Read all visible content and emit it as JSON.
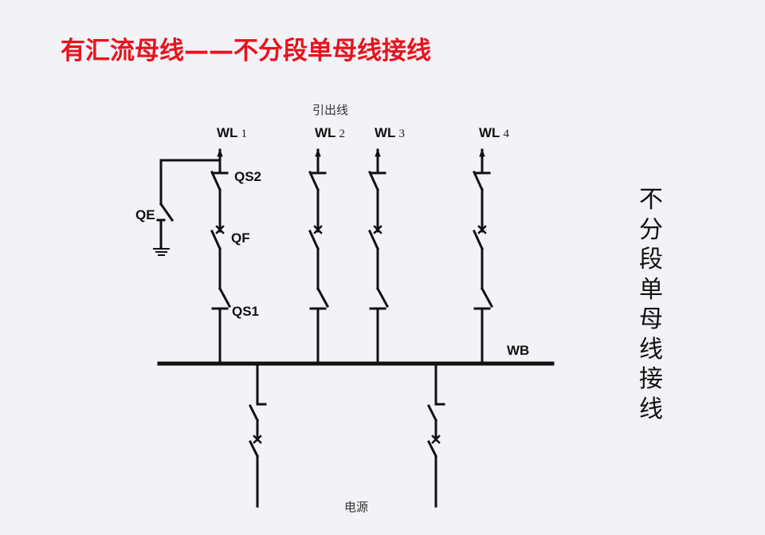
{
  "title": "有汇流母线——不分段单母线接线",
  "labels": {
    "outgoing": "引出线",
    "source": "电源",
    "bus": "WB",
    "qs2": "QS2",
    "qf": "QF",
    "qs1": "QS1",
    "qe": "QE"
  },
  "feeders": [
    {
      "prefix": "WL",
      "num": "1"
    },
    {
      "prefix": "WL",
      "num": "2"
    },
    {
      "prefix": "WL",
      "num": "3"
    },
    {
      "prefix": "WL",
      "num": "4"
    }
  ],
  "side_text": [
    "不",
    "分",
    "段",
    "单",
    "母",
    "线",
    "接",
    "线"
  ]
}
